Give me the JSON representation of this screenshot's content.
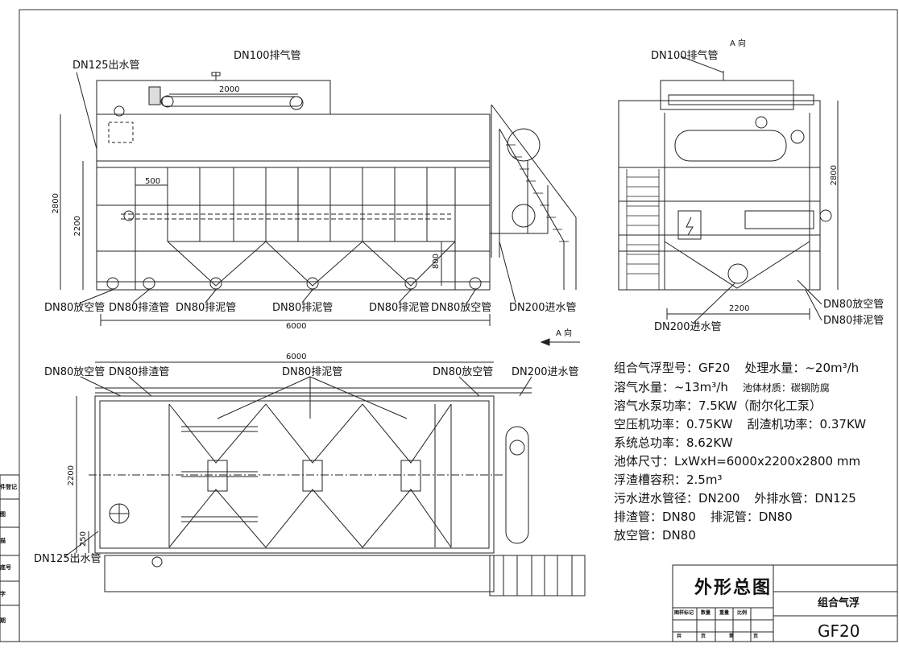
{
  "labels": {
    "dn125_outlet": "DN125出水管",
    "dn100_vent": "DN100排气管",
    "dn100_vent_side": "DN100排气管",
    "a_view_top": "A 向",
    "a_view_arrow": "A 向",
    "dn80_drain_left": "DN80放空管",
    "dn80_scum": "DN80排渣管",
    "dn80_sludge_1": "DN80排泥管",
    "dn80_sludge_2": "DN80排泥管",
    "dn80_sludge_3": "DN80排泥管",
    "dn80_drain_right": "DN80放空管",
    "dn200_inlet": "DN200进水管",
    "side_dn80_drain": "DN80放空管",
    "side_dn80_sludge": "DN80排泥管",
    "side_dn200_inlet": "DN200进水管",
    "plan_dn80_drain_left": "DN80放空管",
    "plan_dn80_scum": "DN80排渣管",
    "plan_dn80_sludge": "DN80排泥管",
    "plan_dn80_drain_right": "DN80放空管",
    "plan_dn200_inlet": "DN200进水管",
    "plan_dn125_outlet": "DN125出水管"
  },
  "dims": {
    "front_2000": "2000",
    "front_500": "500",
    "front_2800": "2800",
    "front_2200": "2200",
    "front_800": "800",
    "front_6000": "6000",
    "side_2800": "2800",
    "side_2200": "2200",
    "plan_6000": "6000",
    "plan_2200": "2200",
    "plan_250": "250"
  },
  "specs": [
    [
      "组合气浮型号：GF20",
      "处理水量：~20m³/h"
    ],
    [
      "溶气水量：~13m³/h",
      "池体材质：碳钢防腐"
    ],
    [
      "溶气水泵功率：7.5KW（耐尔化工泵）"
    ],
    [
      "空压机功率：0.75KW",
      "刮渣机功率：0.37KW"
    ],
    [
      "系统总功率：8.62KW"
    ],
    [
      "池体尺寸：LxWxH=6000x2200x2800 mm"
    ],
    [
      "浮渣槽容积：2.5m³"
    ],
    [
      "污水进水管径：DN200",
      "外排水管：DN125"
    ],
    [
      "排渣管：DN80",
      "排泥管：DN80"
    ],
    [
      "放空管：DN80"
    ]
  ],
  "title_block": {
    "drawing_title": "外形总图",
    "project_name": "组合气浮",
    "drawing_code": "GF20",
    "row_labels": [
      "图样标记",
      "数量",
      "重量",
      "比例"
    ],
    "row2_labels": [
      "共",
      "页",
      "第",
      "页"
    ]
  },
  "side_stamp": [
    "件登记",
    "图",
    "描",
    "底号",
    "字",
    "期"
  ]
}
